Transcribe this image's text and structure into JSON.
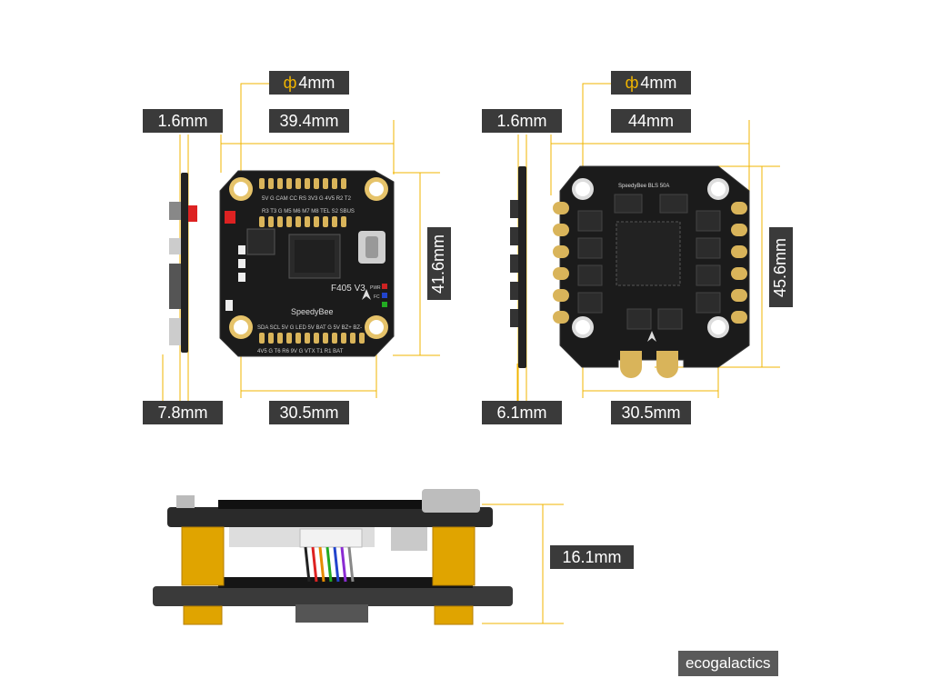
{
  "labels": {
    "fc_hole": "4mm",
    "fc_thickness": "1.6mm",
    "fc_width": "39.4mm",
    "fc_height": "41.6mm",
    "fc_stack": "7.8mm",
    "fc_mount": "30.5mm",
    "esc_hole": "4mm",
    "esc_thickness": "1.6mm",
    "esc_width": "44mm",
    "esc_height": "45.6mm",
    "esc_stack": "6.1mm",
    "esc_mount": "30.5mm",
    "total_height": "16.1mm",
    "diameter_symbol": "ф"
  },
  "board_text": {
    "fc_model": "F405 V3",
    "fc_brand": "SpeedyBee",
    "esc_brand": "SpeedyBee BLS 50A",
    "fc_top_pads": "5V  G  CAM CC RS 3V3  G  4V5 R2  T2",
    "fc_top_pads2": "R3  T3   G  M5  M6  M7  M8 TEL  S2  SBUS",
    "fc_bottom_pads": "SDA SCL 5V  G  LED 5V BAT  G   5V  BZ+ BZ-",
    "fc_bottom_pads2": "4V5  G   T6   R6  9V  G  VTX  T1  R1 BAT",
    "fc_led_pwr": "PWR",
    "fc_led_fc": "FC"
  },
  "watermark": "ecogalactics",
  "colors": {
    "accent": "#f0b400",
    "label_bg": "#3a3a3a",
    "board": "#1b1b1b",
    "pad": "#d9b45a"
  }
}
